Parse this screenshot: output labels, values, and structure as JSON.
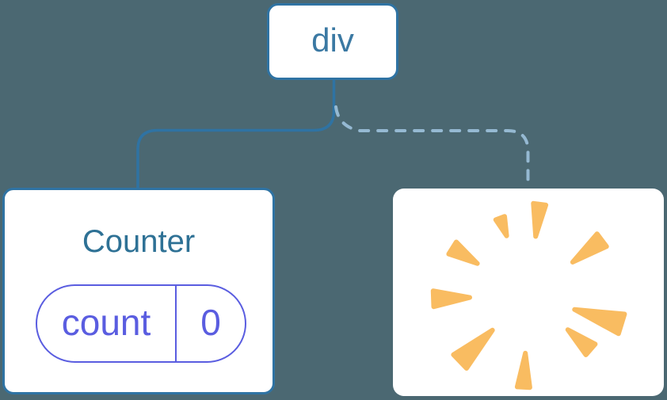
{
  "colors": {
    "background": "#4B6872",
    "node-border": "#2F73A3",
    "node-bg": "#FFFFFF",
    "solid-edge": "#2F73A3",
    "dashed-edge": "#95B9D2",
    "root-text": "#3B79A3",
    "component-text": "#2E7195",
    "state-accent": "#5A5DE0",
    "poof": "#F9BC61"
  },
  "diagram": {
    "root": {
      "label": "div"
    },
    "counter": {
      "title": "Counter",
      "state": {
        "key": "count",
        "value": "0"
      }
    },
    "removed": {
      "icon": "poof-icon"
    },
    "edges": [
      {
        "from": "div",
        "to": "Counter",
        "style": "solid"
      },
      {
        "from": "div",
        "to": "removed",
        "style": "dashed"
      }
    ]
  }
}
